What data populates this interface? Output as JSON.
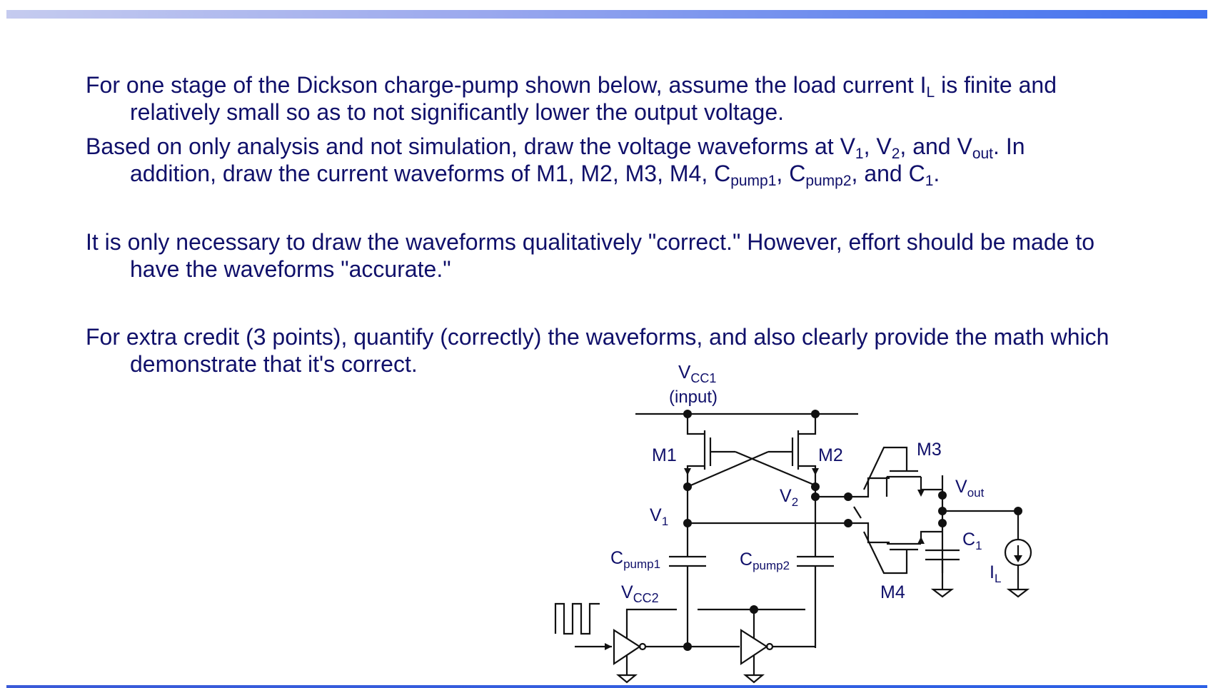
{
  "paragraphs": {
    "p1": {
      "a": "For one stage of the Dickson charge-pump shown below, assume the load current I",
      "a_sub": "L",
      "b": " is finite and",
      "line2": "relatively small so as to not significantly lower the output voltage."
    },
    "p2": {
      "a": "Based on only analysis and not simulation, draw the voltage waveforms at V",
      "s1": "1",
      "b": ", V",
      "s2": "2",
      "c": ", and V",
      "s3": "out",
      "d": ".  In",
      "l2a": "addition, draw the current waveforms of M1, M2, M3, M4, C",
      "l2s1": "pump1",
      "l2b": ", C",
      "l2s2": "pump2",
      "l2c": ", and C",
      "l2s3": "1",
      "l2d": "."
    },
    "p3": {
      "line1": "It is only necessary to draw the waveforms qualitatively \"correct.\"  However, effort should be made to",
      "line2": "have the waveforms \"accurate.\""
    },
    "p4": {
      "line1": "For extra credit (3 points), quantify (correctly) the waveforms, and also clearly provide the math which",
      "line2": "demonstrate that it's correct."
    }
  },
  "schematic": {
    "vcc1": "V",
    "vcc1_sub": "CC1",
    "vcc1_note": "(input)",
    "vcc2": "V",
    "vcc2_sub": "CC2",
    "m1": "M1",
    "m2": "M2",
    "m3": "M3",
    "m4": "M4",
    "v1": "V",
    "v1_sub": "1",
    "v2": "V",
    "v2_sub": "2",
    "vout": "V",
    "vout_sub": "out",
    "cpump1": "C",
    "cpump1_sub": "pump1",
    "cpump2": "C",
    "cpump2_sub": "pump2",
    "c1": "C",
    "c1_sub": "1",
    "il": "I",
    "il_sub": "L"
  },
  "colors": {
    "text": "#10106a",
    "wire": "#111111",
    "bar_start": "#c5cbef",
    "bar_end": "#3d6fee"
  }
}
